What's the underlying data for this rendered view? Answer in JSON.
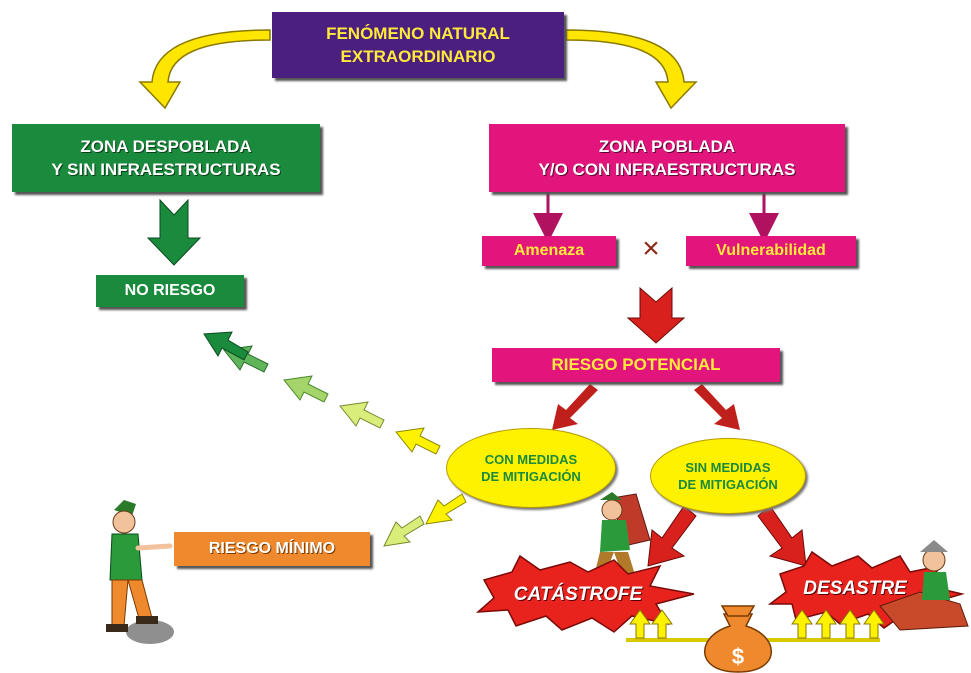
{
  "nodes": {
    "fenomeno": "FENÓMENO NATURAL\nEXTRAORDINARIO",
    "zona_despoblada": "ZONA DESPOBLADA\nY SIN INFRAESTRUCTURAS",
    "zona_poblada": "ZONA POBLADA\nY/O CON INFRAESTRUCTURAS",
    "amenaza": "Amenaza",
    "operator": "×",
    "vulnerabilidad": "Vulnerabilidad",
    "no_riesgo": "NO RIESGO",
    "riesgo_potencial": "RIESGO POTENCIAL",
    "con_medidas": "CON MEDIDAS\nDE MITIGACIÓN",
    "sin_medidas": "SIN MEDIDAS\nDE MITIGACIÓN",
    "riesgo_minimo": "RIESGO MÍNIMO",
    "catastrofe": "CATÁSTROFE",
    "desastre": "DESASTRE",
    "money_symbol": "$"
  },
  "colors": {
    "purple": "#4b1f80",
    "yellow_text": "#ffe93a",
    "green": "#1a8a3c",
    "magenta": "#e2157d",
    "orange": "#ee8a2d",
    "red_arrow": "#d8201c",
    "yellow_arrow": "#ffe600",
    "burst_red": "#e8231e"
  },
  "icons": [
    "yellow-curved-arrow-icon",
    "green-down-arrow-icon",
    "red-down-arrow-icon",
    "gradient-arrow-icon",
    "money-bag-icon",
    "character-figure-icon",
    "explosion-burst-icon"
  ]
}
